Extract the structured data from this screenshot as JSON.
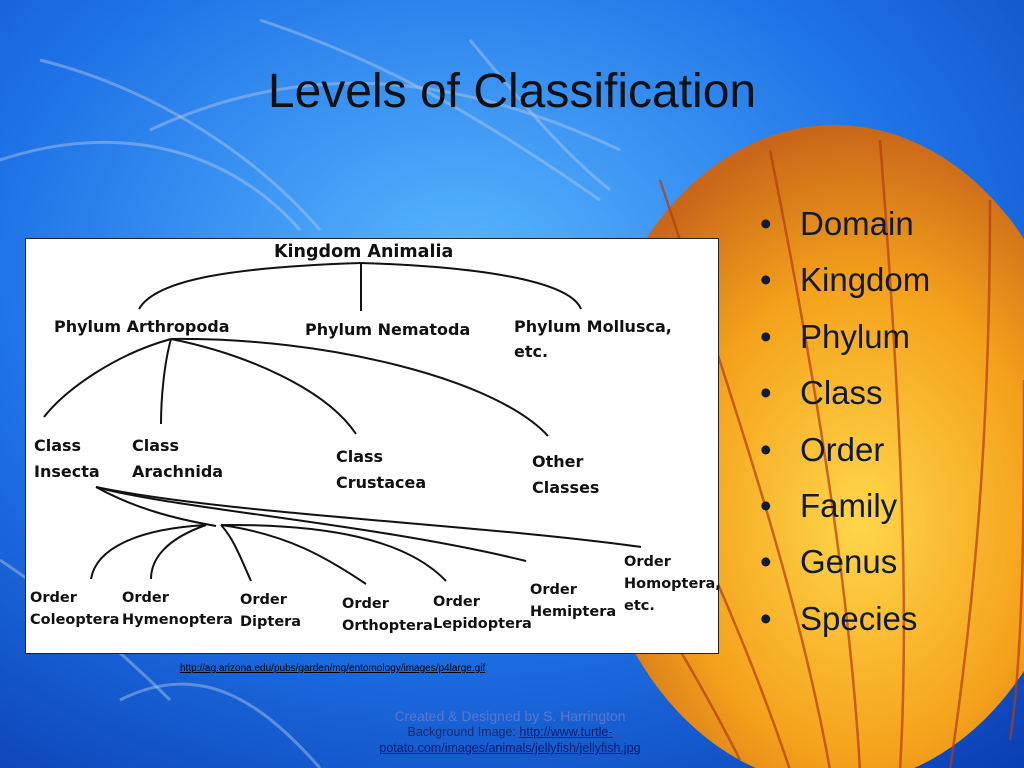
{
  "slide": {
    "title": "Levels of Classification",
    "bullet_char": "•",
    "bullets": [
      "Domain",
      "Kingdom",
      "Phylum",
      "Class",
      "Order",
      "Family",
      "Genus",
      "Species"
    ]
  },
  "diagram": {
    "kingdom": "Kingdom Animalia",
    "phyla": {
      "arthropoda": "Phylum Arthropoda",
      "nematoda": "Phylum Nematoda",
      "mollusca_1": "Phylum Mollusca,",
      "mollusca_2": "etc."
    },
    "classes": {
      "insecta_1": "Class",
      "insecta_2": "Insecta",
      "arachnida_1": "Class",
      "arachnida_2": "Arachnida",
      "crustacea_1": "Class",
      "crustacea_2": "Crustacea",
      "other_1": "Other",
      "other_2": "Classes"
    },
    "orders": {
      "coleoptera_1": "Order",
      "coleoptera_2": "Coleoptera",
      "hymenoptera_1": "Order",
      "hymenoptera_2": "Hymenoptera",
      "diptera_1": "Order",
      "diptera_2": "Diptera",
      "orthoptera_1": "Order",
      "orthoptera_2": "Orthoptera",
      "lepidoptera_1": "Order",
      "lepidoptera_2": "Lepidoptera",
      "hemiptera_1": "Order",
      "hemiptera_2": "Hemiptera",
      "homoptera_1": "Order",
      "homoptera_2": "Homoptera,",
      "homoptera_3": "etc."
    }
  },
  "source_link": "http://ag.arizona.edu/pubs/garden/mg/entomology/images/p4large.gif",
  "credit": {
    "line1": "Created & Designed by S. Harrington",
    "bg_label": "Background Image: ",
    "bg_link_1": "http://www.turtle-",
    "bg_link_2": "potato.com/images/animals/jellyfish/jellyfish.jpg"
  },
  "colors": {
    "background": "#1f6fe3",
    "jellyfish": "#f2a21c",
    "title_text": "#111111"
  }
}
